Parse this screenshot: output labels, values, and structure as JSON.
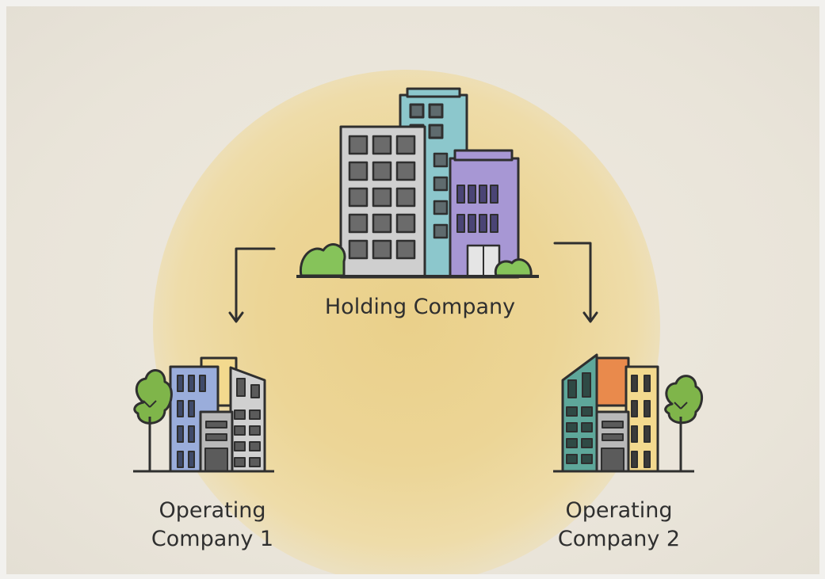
{
  "holding": {
    "label": "Holding Company"
  },
  "op1": {
    "label_line1": "Operating",
    "label_line2": "Company 1"
  },
  "op2": {
    "label_line1": "Operating",
    "label_line2": "Company 2"
  },
  "colors": {
    "background": "#ebe6dc",
    "glow": "#ecd596",
    "building_gray": "#c9c9c9",
    "building_teal": "#8cc7cc",
    "building_purple": "#a797d4",
    "building_blue": "#9aaddb",
    "building_yellow": "#f3d98e",
    "building_green": "#5ea79a",
    "building_orange": "#e98a4c",
    "tree_green": "#7fb54a",
    "outline": "#2f2f2f"
  }
}
